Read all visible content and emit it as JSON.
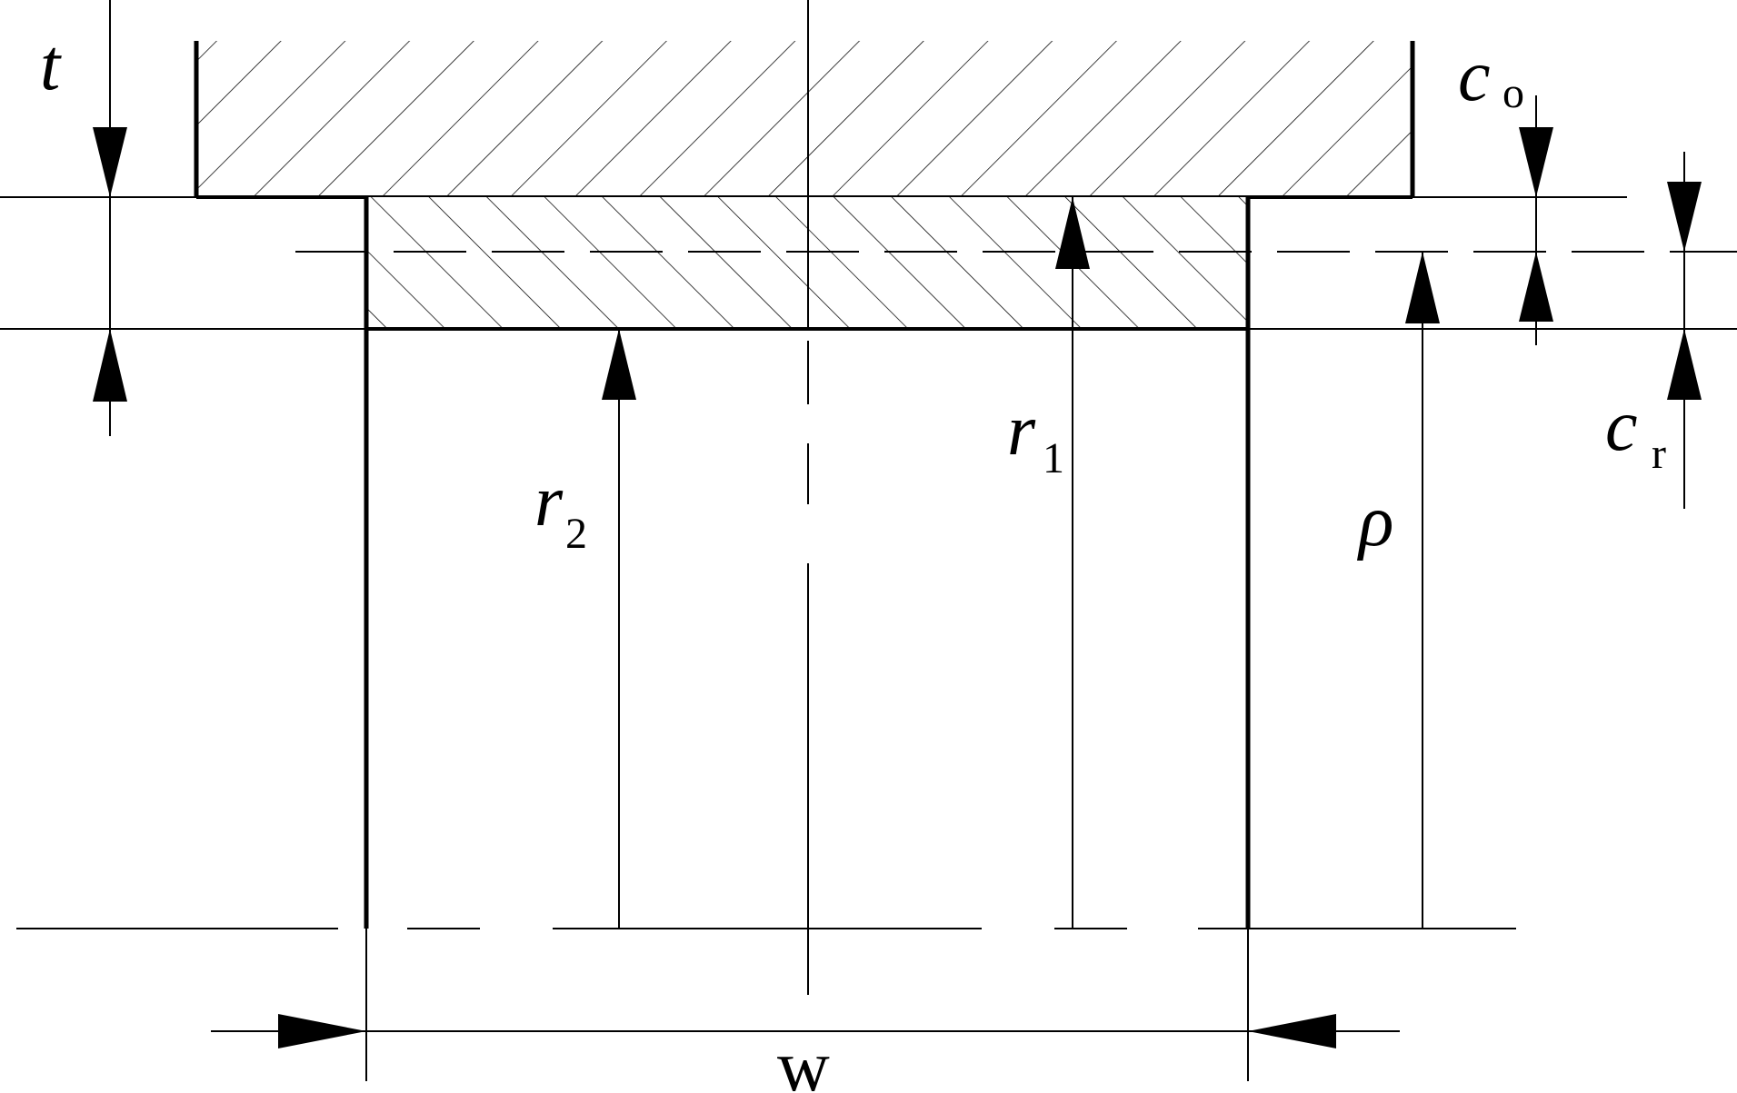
{
  "labels": {
    "t": "t",
    "c_o": "c",
    "c_o_sub": "o",
    "c_r": "c",
    "c_r_sub": "r",
    "r1": "r",
    "r1_sub": "1",
    "r2": "r",
    "r2_sub": "2",
    "rho": "ρ",
    "w": "w"
  }
}
